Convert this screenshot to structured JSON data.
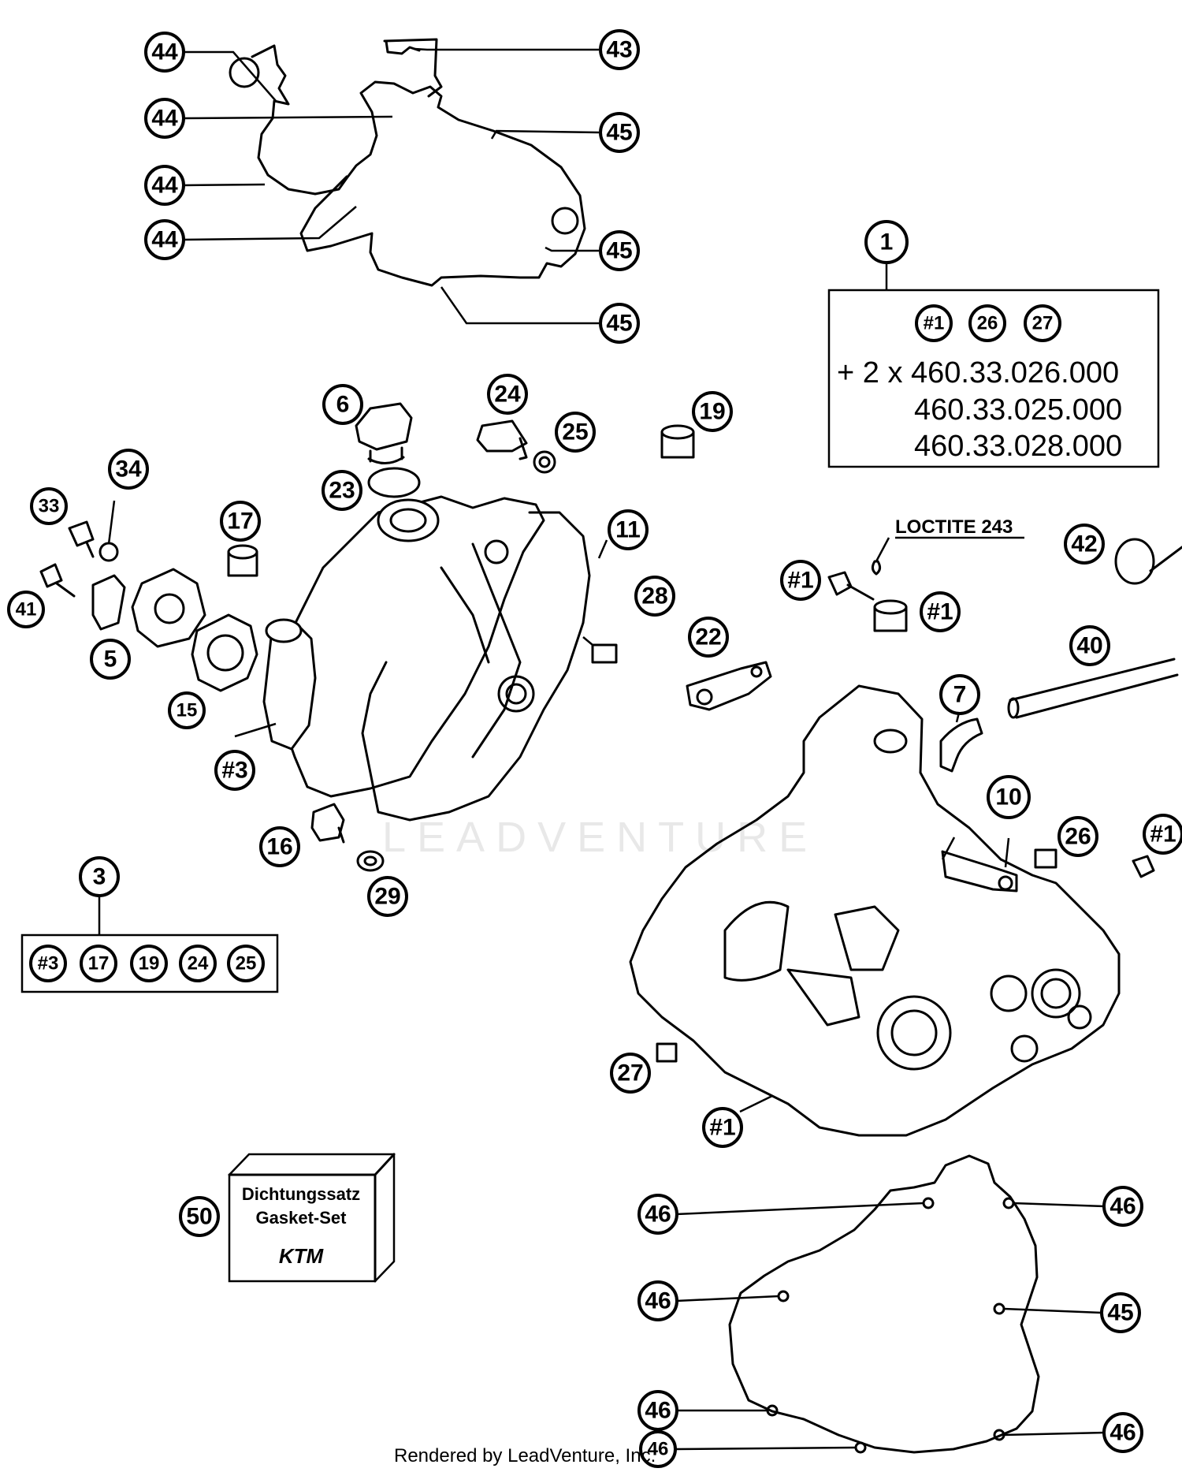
{
  "diagram": {
    "callouts": [
      {
        "id": "c44a",
        "label": "44"
      },
      {
        "id": "c44b",
        "label": "44"
      },
      {
        "id": "c44c",
        "label": "44"
      },
      {
        "id": "c44d",
        "label": "44"
      },
      {
        "id": "c43",
        "label": "43"
      },
      {
        "id": "c45a",
        "label": "45"
      },
      {
        "id": "c45b",
        "label": "45"
      },
      {
        "id": "c45c",
        "label": "45"
      },
      {
        "id": "c1",
        "label": "1"
      },
      {
        "id": "c6",
        "label": "6"
      },
      {
        "id": "c24",
        "label": "24"
      },
      {
        "id": "c25",
        "label": "25"
      },
      {
        "id": "c19",
        "label": "19"
      },
      {
        "id": "c34",
        "label": "34"
      },
      {
        "id": "c33",
        "label": "33"
      },
      {
        "id": "c23",
        "label": "23"
      },
      {
        "id": "c17",
        "label": "17"
      },
      {
        "id": "c11",
        "label": "11"
      },
      {
        "id": "c41",
        "label": "41"
      },
      {
        "id": "c5",
        "label": "5"
      },
      {
        "id": "c15",
        "label": "15"
      },
      {
        "id": "c28",
        "label": "28"
      },
      {
        "id": "c22",
        "label": "22"
      },
      {
        "id": "c3p",
        "label": "#3"
      },
      {
        "id": "c16",
        "label": "16"
      },
      {
        "id": "c29",
        "label": "29"
      },
      {
        "id": "c3",
        "label": "3"
      },
      {
        "id": "c1pa",
        "label": "#1"
      },
      {
        "id": "c1pb",
        "label": "#1"
      },
      {
        "id": "c42",
        "label": "42"
      },
      {
        "id": "c40",
        "label": "40"
      },
      {
        "id": "c7",
        "label": "7"
      },
      {
        "id": "c10",
        "label": "10"
      },
      {
        "id": "c26",
        "label": "26"
      },
      {
        "id": "c1pc",
        "label": "#1"
      },
      {
        "id": "c27",
        "label": "27"
      },
      {
        "id": "c1pd",
        "label": "#1"
      },
      {
        "id": "c50",
        "label": "50"
      },
      {
        "id": "c46a",
        "label": "46"
      },
      {
        "id": "c46b",
        "label": "46"
      },
      {
        "id": "c46c",
        "label": "46"
      },
      {
        "id": "c45d",
        "label": "45"
      },
      {
        "id": "c46d",
        "label": "46"
      },
      {
        "id": "c46e",
        "label": "46"
      },
      {
        "id": "c46f",
        "label": "46"
      }
    ],
    "kit1": {
      "members": [
        "#1",
        "26",
        "27"
      ],
      "lines": [
        "+ 2 x 460.33.026.000",
        "460.33.025.000",
        "460.33.028.000"
      ]
    },
    "kit3": {
      "members": [
        "#3",
        "17",
        "19",
        "24",
        "25"
      ]
    },
    "loctite_label": "LOCTITE 243",
    "gasket_set": {
      "line1": "Dichtungssatz",
      "line2": "Gasket-Set",
      "brand": "KTM"
    },
    "watermark": "LEADVENTURE",
    "footer": "Rendered by LeadVenture, Inc."
  }
}
